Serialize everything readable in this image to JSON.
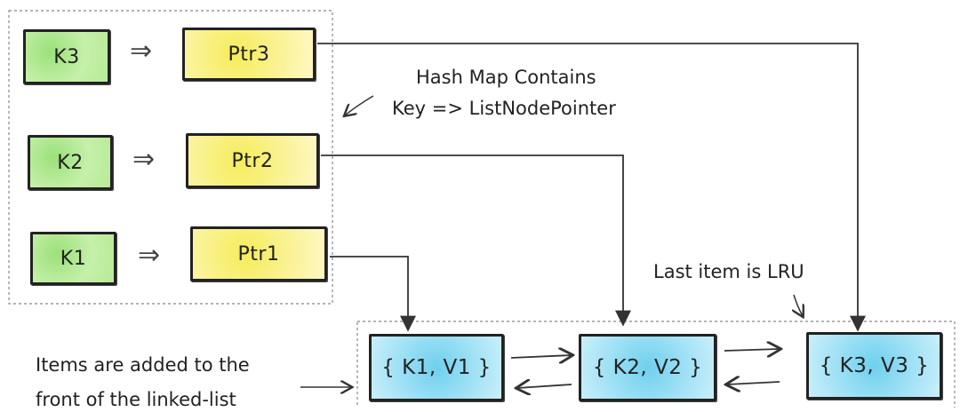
{
  "hashmap": {
    "entries": [
      {
        "key": "K3",
        "ptr": "Ptr3"
      },
      {
        "key": "K2",
        "ptr": "Ptr2"
      },
      {
        "key": "K1",
        "ptr": "Ptr1"
      }
    ],
    "map_arrow": "⇒"
  },
  "annotations": {
    "hashmap_caption_line1": "Hash Map Contains",
    "hashmap_caption_line2": "Key => ListNodePointer",
    "lru_note": "Last item is LRU",
    "insert_note_line1": "Items are added to the",
    "insert_note_line2": "front of the linked-list"
  },
  "linked_list": {
    "nodes": [
      "{ K1, V1 }",
      "{ K2, V2 }",
      "{ K3, V3 }"
    ]
  },
  "colors": {
    "key_fill": "#b8ea97",
    "ptr_fill": "#faf39a",
    "node_fill": "#a6e3f6",
    "stroke": "#222222"
  }
}
